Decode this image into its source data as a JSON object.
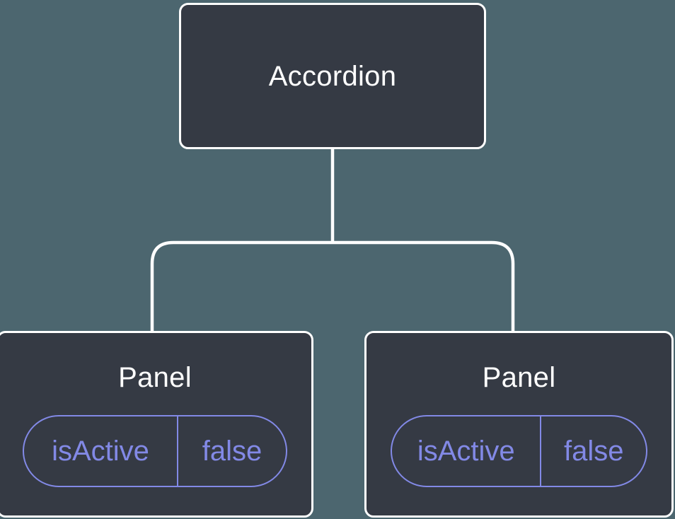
{
  "diagram": {
    "type": "component-tree",
    "colors": {
      "background": "#4C666F",
      "node_fill": "#353A44",
      "node_border": "#FFFFFF",
      "node_text": "#FFFFFF",
      "connector": "#FFFFFF",
      "state_accent": "#8289E6"
    },
    "tree": {
      "root": {
        "label": "Accordion"
      },
      "children": [
        {
          "label": "Panel",
          "state": {
            "name": "isActive",
            "value": "false"
          }
        },
        {
          "label": "Panel",
          "state": {
            "name": "isActive",
            "value": "false"
          }
        }
      ]
    }
  }
}
